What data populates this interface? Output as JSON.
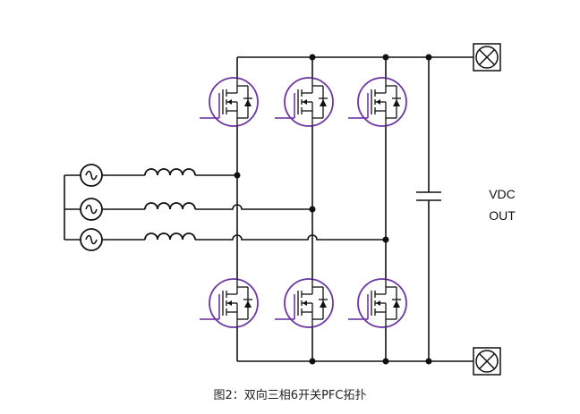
{
  "diagram": {
    "output_label_line1": "VDC",
    "output_label_line2": "OUT",
    "caption": "图2：双向三相6开关PFC拓扑",
    "colors": {
      "wire": "#111111",
      "mosfet_outline": "#6d35a3",
      "background": "#ffffff"
    },
    "icons": [
      "ac-source-icon",
      "inductor-icon",
      "mosfet-icon",
      "diode-icon",
      "capacitor-icon",
      "terminal-icon"
    ]
  }
}
